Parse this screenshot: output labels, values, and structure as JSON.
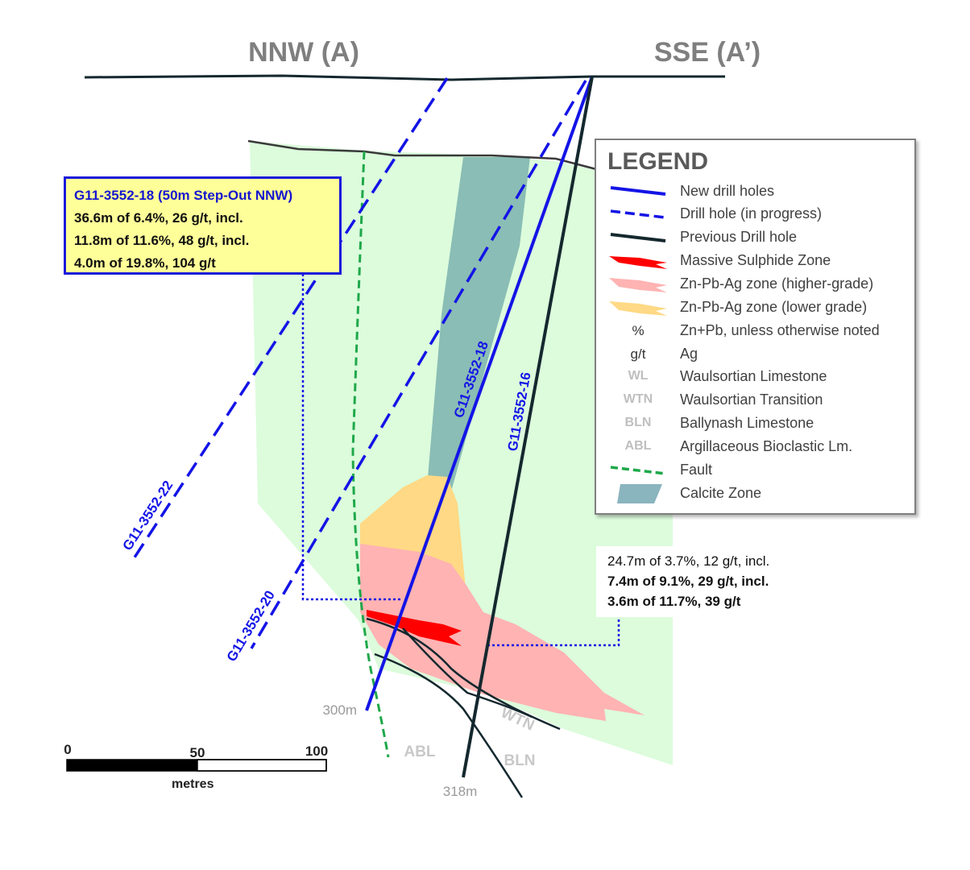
{
  "directions": {
    "left": "NNW (A)",
    "right": "SSE (A’)"
  },
  "callout_18": {
    "title": "G11-3552-18 (50m Step-Out NNW)",
    "line1": "36.6m of 6.4%, 26 g/t, incl.",
    "line2": "11.8m of 11.6%, 48 g/t, incl.",
    "line3": "4.0m of 19.8%, 104 g/t"
  },
  "callout_16": {
    "line1": "24.7m of 3.7%, 12 g/t, incl.",
    "line2": "7.4m of 9.1%, 29 g/t, incl.",
    "line3": "3.6m of 11.7%, 39 g/t"
  },
  "drill_holes": {
    "h22": "G11-3552-22",
    "h20": "G11-3552-20",
    "h18": "G11-3552-18",
    "h16": "G11-3552-16"
  },
  "units": {
    "wtn": "WTN",
    "bln": "BLN",
    "abl": "ABL"
  },
  "depths": {
    "d300": "300m",
    "d318": "318m"
  },
  "scale": {
    "t0": "0",
    "t50": "50",
    "t100": "100",
    "unit": "metres"
  },
  "legend": {
    "title": "LEGEND",
    "new_drill": "New drill holes",
    "in_progress": "Drill hole (in progress)",
    "previous": "Previous Drill hole",
    "massive": "Massive Sulphide Zone",
    "higher": "Zn-Pb-Ag zone (higher-grade)",
    "lower": "Zn-Pb-Ag zone (lower grade)",
    "pct_sym": "%",
    "pct_label": "Zn+Pb, unless otherwise noted",
    "gt_sym": "g/t",
    "gt_label": "Ag",
    "wl_sym": "WL",
    "wl_label": "Waulsortian Limestone",
    "wtn_sym": "WTN",
    "wtn_label": "Waulsortian Transition",
    "bln_sym": "BLN",
    "bln_label": "Ballynash Limestone",
    "abl_sym": "ABL",
    "abl_label": "Argillaceous Bioclastic Lm.",
    "fault": "Fault",
    "calcite": "Calcite Zone"
  },
  "colors": {
    "new_hole": "#1414e6",
    "previous_hole": "#14282e",
    "fault": "#1fa84a",
    "massive": "#ff0000",
    "higher_grade": "#ffb3b3",
    "lower_grade": "#ffd985",
    "calcite": "#8abdb5",
    "host_rock": "#dcfcdc"
  }
}
